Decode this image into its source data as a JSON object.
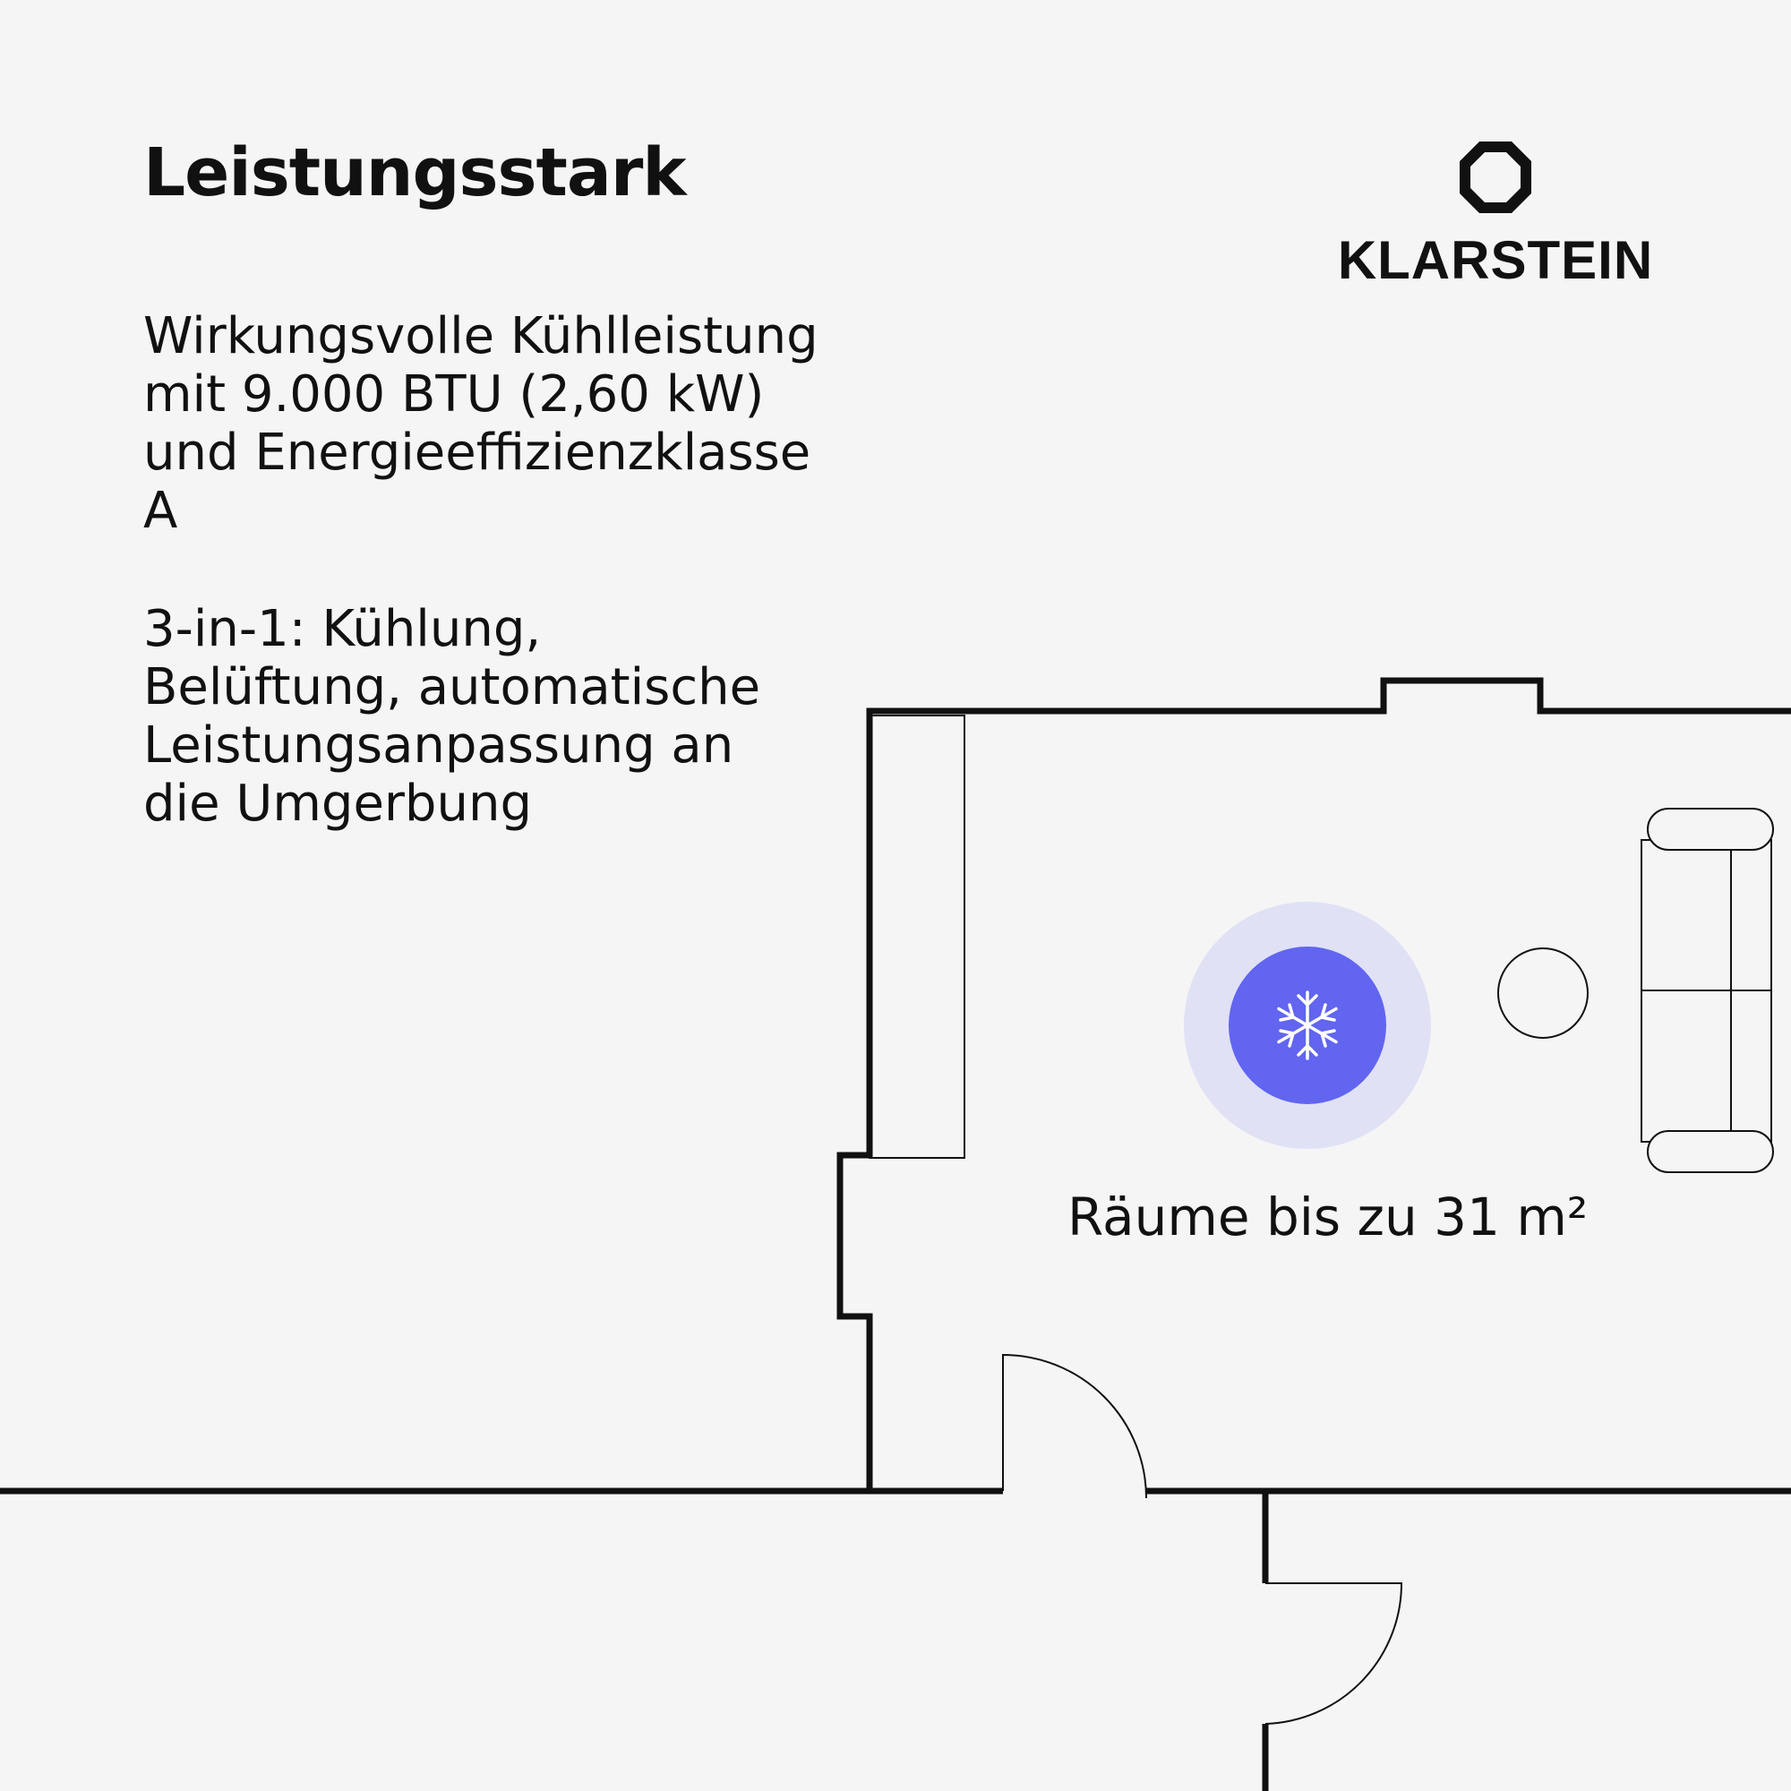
{
  "headline": "Leistungsstark",
  "brand": {
    "name": "KLARSTEIN",
    "logo_icon": "klarstein-diamond-icon"
  },
  "features": [
    [
      "Wirkungsvolle Kühlleistung",
      "mit 9.000 BTU (2,60 kW)",
      "und Energieeffizienzklasse",
      "A"
    ],
    [
      "3-in-1: Kühlung,",
      "Belüftung, automatische",
      "Leistungsanpassung an",
      "die Umgerbung"
    ]
  ],
  "room": {
    "label": "Räume bis zu 31 m²",
    "icon": "snowflake-icon"
  },
  "colors": {
    "accent": "#6165F0",
    "accent_halo": "#E0E1F5",
    "background": "#F5F5F5",
    "ink": "#111111"
  }
}
